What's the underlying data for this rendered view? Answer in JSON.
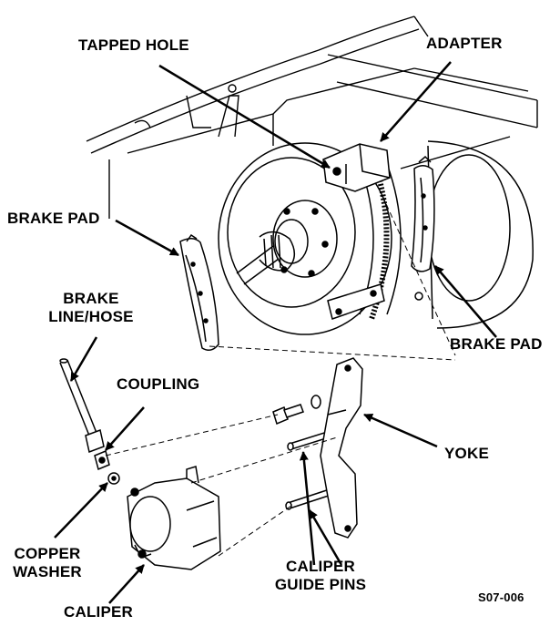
{
  "labels": {
    "tapped_hole": "TAPPED HOLE",
    "adapter": "ADAPTER",
    "brake_pad_left": "BRAKE PAD",
    "brake_line_1": "BRAKE",
    "brake_line_2": "LINE/HOSE",
    "coupling": "COUPLING",
    "brake_pad_right": "BRAKE PAD",
    "yoke": "YOKE",
    "copper_washer_1": "COPPER",
    "copper_washer_2": "WASHER",
    "caliper_guide_pins_1": "CALIPER",
    "caliper_guide_pins_2": "GUIDE PINS",
    "caliper": "CALIPER",
    "figure_code": "S07-006"
  },
  "icons": {
    "leader_arrow": "arrow-icon"
  }
}
